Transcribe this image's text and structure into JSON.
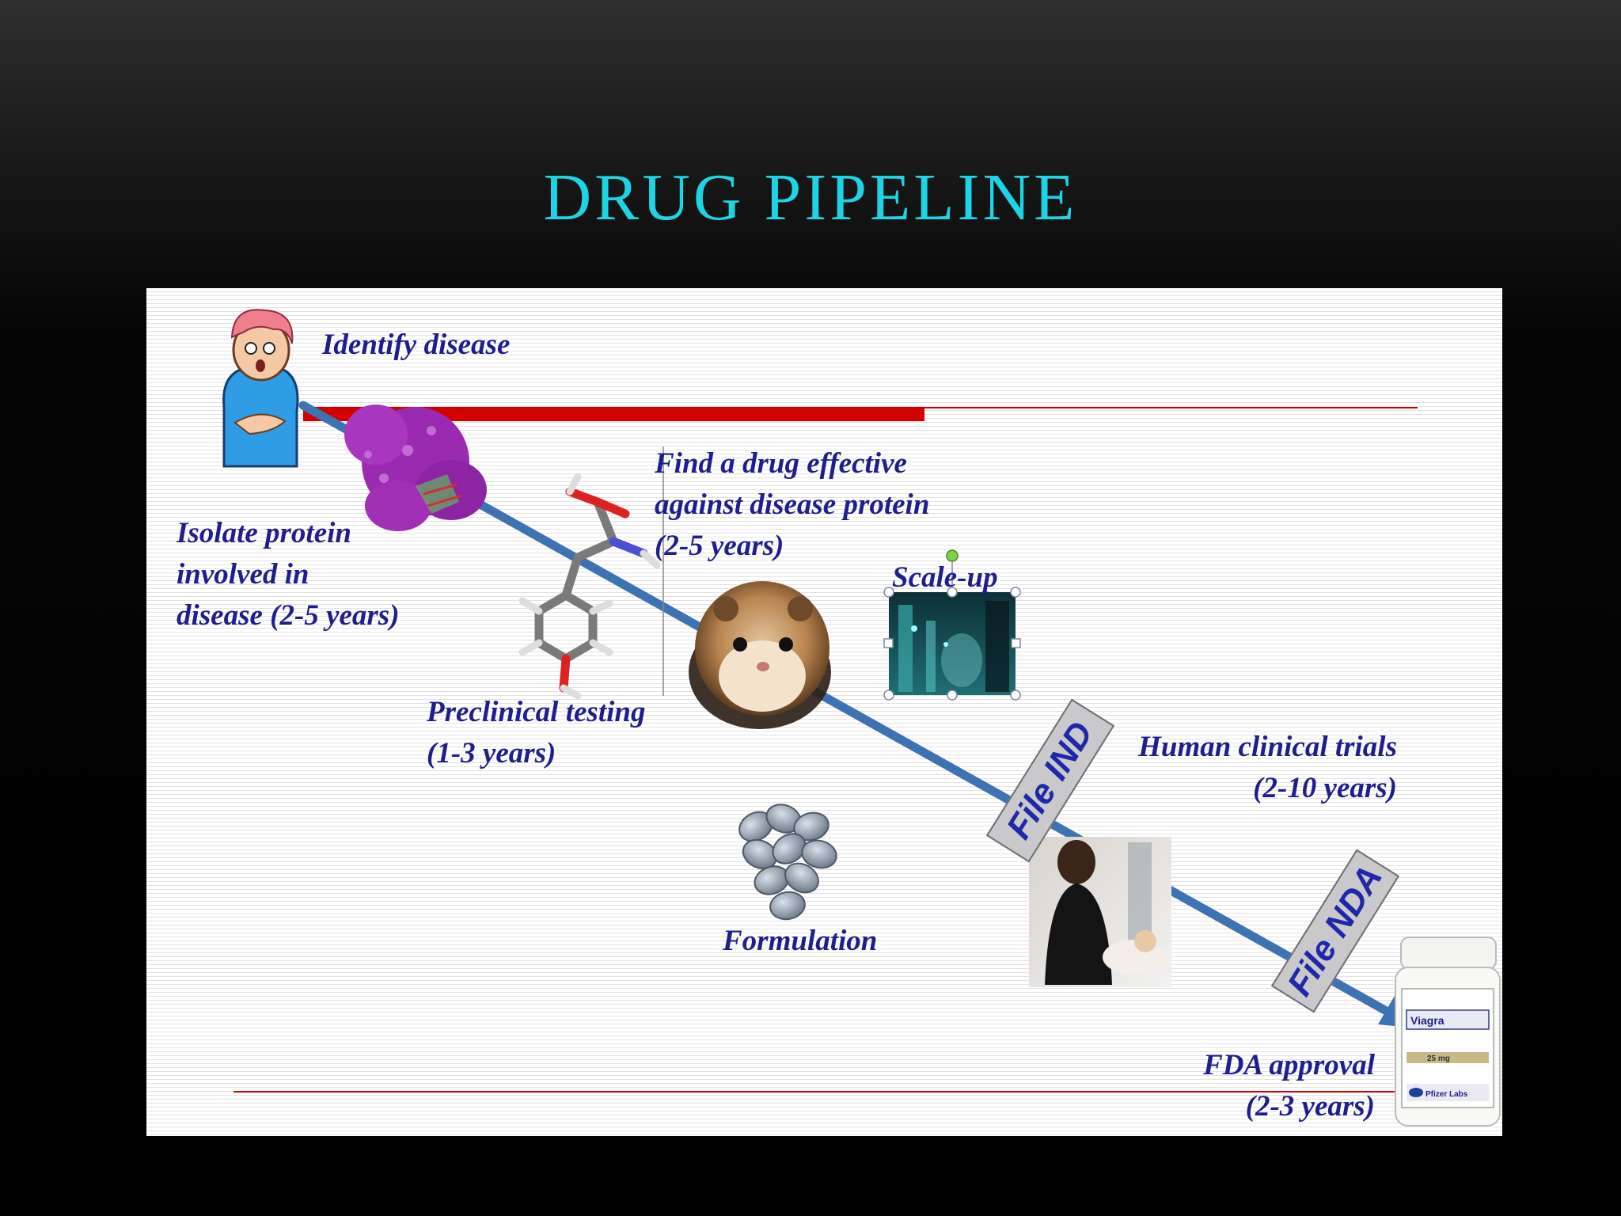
{
  "slide": {
    "title": "DRUG PIPELINE"
  },
  "diagram": {
    "labels": {
      "identify": [
        "Identify disease"
      ],
      "isolate": [
        "Isolate protein",
        "involved in",
        "disease (2-5 years)"
      ],
      "find_drug": [
        "Find a drug effective",
        "against disease protein",
        "(2-5 years)"
      ],
      "preclinical": [
        "Preclinical testing",
        "(1-3 years)"
      ],
      "scaleup": [
        "Scale-up"
      ],
      "clinical": [
        "Human clinical trials",
        "(2-10 years)"
      ],
      "formulation": [
        "Formulation"
      ],
      "fda": [
        "FDA approval",
        "(2-3 years)"
      ]
    },
    "stamps": {
      "ind": "File IND",
      "nda": "File NDA"
    },
    "pill_bottle": {
      "brand": "Viagra",
      "dose": "25 mg",
      "maker": "Pfizer Labs"
    },
    "colors": {
      "arrow": "#3d73b3",
      "timeline_red": "#d40000",
      "label_text": "#1e1e8c",
      "title": "#1ed3e4",
      "protein": "#9a2bb0",
      "stamp_fill": "#c9c9cc"
    }
  }
}
